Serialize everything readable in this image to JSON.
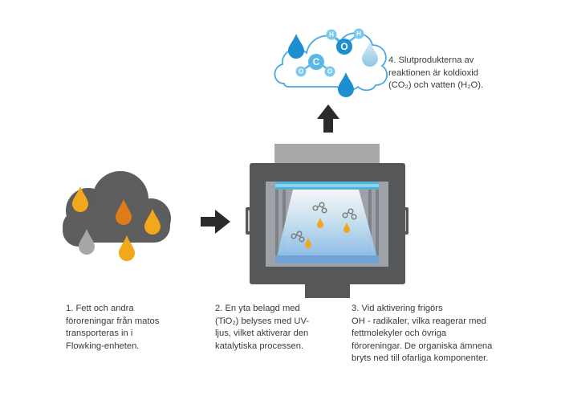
{
  "steps": [
    {
      "number": "1.",
      "text": "Fett och andra\nföroreningar från matos\ntransporteras in i\nFlowking-enheten."
    },
    {
      "number": "2.",
      "text": "En yta belagd med\n(TiO₂) belyses med UV-\nljus, vilket aktiverar den\nkatalytiska processen."
    },
    {
      "number": "3.",
      "text": "Vid aktivering frigörs\nOH - radikaler, vilka reagerar med\nfettmolekyler och övriga\nföroreningar. De organiska ämnena\nbryts ned till ofarliga komponenter."
    },
    {
      "number": "4.",
      "text": "Slutprodukterna av\nreaktionen är koldioxid\n(CO₂) och vatten (H₂O)."
    }
  ],
  "molecules": {
    "co2": {
      "center": "C",
      "left": "O",
      "right": "O"
    },
    "h2o": {
      "center": "O",
      "left": "H",
      "right": "H"
    }
  },
  "icons": [
    "pollution-cloud-icon",
    "arrow-right-icon",
    "flowking-unit-icon",
    "arrow-up-icon",
    "product-cloud-icon",
    "water-drop-icon"
  ],
  "colors": {
    "cloud_dark": "#5d5d5d",
    "drop_orange": "#f2a81d",
    "drop_dark_orange": "#e07b1a",
    "drop_grey": "#a7a7a7",
    "unit_dark": "#555759",
    "unit_light": "#a8a9ab",
    "uv_blue": "#8cc8e8",
    "water_blue": "#1d8fd0",
    "molecule_blue": "#5bb8e6",
    "arrow": "#2b2b2b",
    "cloud_outline": "#4aa9dd"
  }
}
